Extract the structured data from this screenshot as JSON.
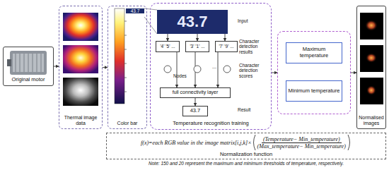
{
  "diagram": {
    "nodes": [
      {
        "text": [
          "Original motor"
        ]
      },
      {
        "text": [
          "Thermal image data"
        ]
      },
      {
        "text": [
          "Color bar"
        ]
      },
      {
        "text": [
          "Temperature recognition training"
        ]
      },
      {
        "text": [
          "43.7"
        ],
        "in": 3
      },
      {
        "text": [
          "'4' '5' ..."
        ],
        "in": 3
      },
      {
        "text": [
          "'3' '1' ..."
        ],
        "in": 3
      },
      {
        "text": [
          "'7' '9' ..."
        ],
        "in": 3
      },
      {
        "text": [
          "full connectivity layer"
        ],
        "in": 3
      },
      {
        "text": [
          "43.7"
        ],
        "in": 3
      },
      {
        "text": []
      },
      {
        "text": [
          "Maximum temperature"
        ],
        "in": 10
      },
      {
        "text": [
          "Minimum temperature"
        ],
        "in": 10
      },
      {
        "text": [
          "Normalised images"
        ]
      },
      {
        "text": [
          "f(x)=each RGB value in the image matrix[i,j,k]×",
          "(Temperature− Min_temperature)",
          "(Max_temperature− Min_temperature)",
          "Normalization function"
        ]
      }
    ],
    "edges": [
      {
        "from": 0,
        "to": 1,
        "arrow": "to"
      },
      {
        "from": 1,
        "to": 2,
        "arrow": "to"
      },
      {
        "from": 3,
        "to": 10,
        "arrow": "to"
      },
      {
        "from": 10,
        "to": 13,
        "arrow": "to"
      },
      {
        "from": 4,
        "to": 5,
        "arrow": "to"
      },
      {
        "from": 4,
        "to": 6,
        "arrow": "to"
      },
      {
        "from": 4,
        "to": 7,
        "arrow": "to"
      },
      {
        "from": 5,
        "to": 8,
        "arrow": "to"
      },
      {
        "from": 6,
        "to": 8,
        "arrow": "to"
      },
      {
        "from": 7,
        "to": 8,
        "arrow": "to"
      },
      {
        "from": 8,
        "to": 9,
        "arrow": "to"
      }
    ],
    "labels": [
      "43.7",
      "Input",
      "Character detection results",
      "Nodes",
      "...",
      "Character detection scores",
      "Result",
      "Note: 150 and 20 represent the maximum and minimum thresholds of temperature, respectively."
    ]
  }
}
